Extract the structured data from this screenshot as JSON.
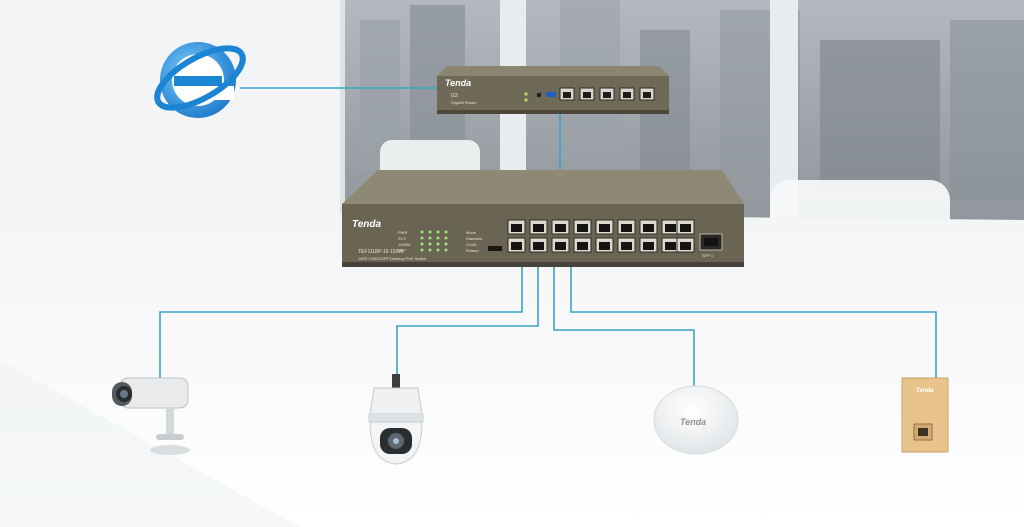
{
  "router": {
    "brand": "Tenda",
    "model": "G3",
    "sub": "Gigabit Router"
  },
  "switch": {
    "brand": "Tenda",
    "model": "TEF1118P-16-150W",
    "desc": "16FE+1GE/1SFP Desktop PoE Switch",
    "led_labels": [
      "PWR",
      "SYS",
      "1000M",
      "SFP"
    ],
    "switch_labels": [
      "Mode",
      "Standard",
      "VLAN",
      "Extend"
    ],
    "sfp_label": "SFP 1"
  },
  "devices": {
    "ap_brand": "Tenda",
    "wall_ap_brand": "Tenda"
  },
  "colors": {
    "link": "#3aa4c8",
    "chassis": "#6d6756",
    "ie_blue": "#1e8fd8"
  },
  "icons": [
    "ie-globe-icon",
    "bullet-camera-icon",
    "ptz-dome-camera-icon",
    "ceiling-ap-icon",
    "wall-plate-ap-icon"
  ]
}
